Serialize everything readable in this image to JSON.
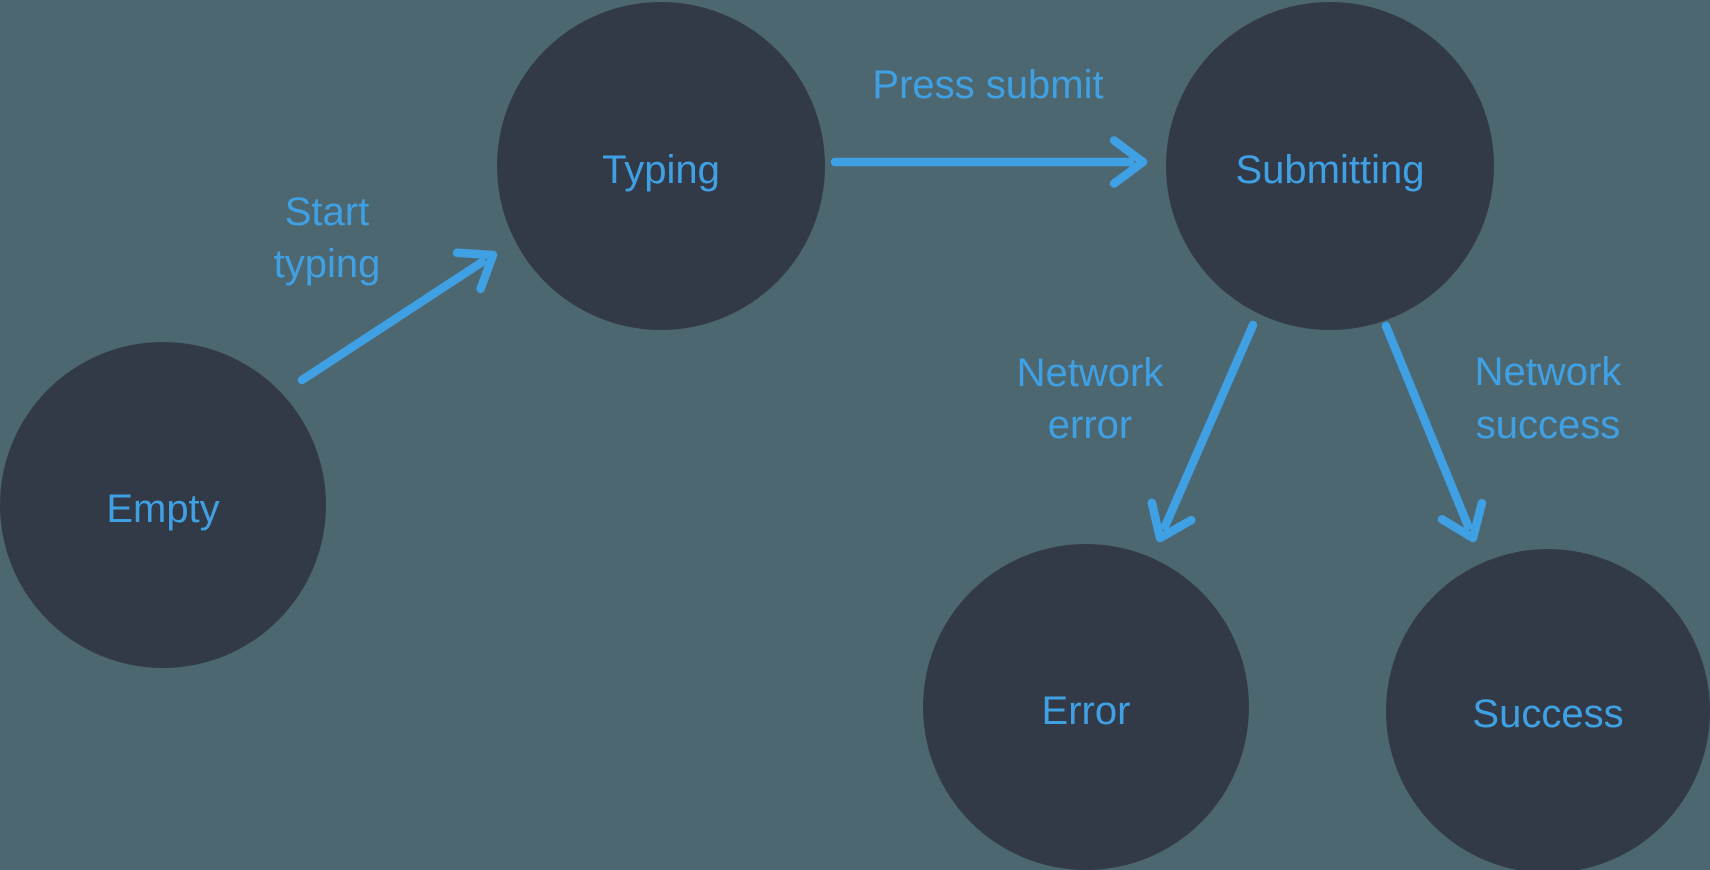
{
  "diagram_type": "state-machine",
  "colors": {
    "background": "#4D6771",
    "node_fill": "#323A47",
    "accent": "#3FA0E4"
  },
  "states": [
    {
      "id": "empty",
      "label": "Empty"
    },
    {
      "id": "typing",
      "label": "Typing"
    },
    {
      "id": "submitting",
      "label": "Submitting"
    },
    {
      "id": "error",
      "label": "Error"
    },
    {
      "id": "success",
      "label": "Success"
    }
  ],
  "transitions": [
    {
      "from": "empty",
      "to": "typing",
      "label": "Start typing",
      "lines": [
        "Start",
        "typing"
      ]
    },
    {
      "from": "typing",
      "to": "submitting",
      "label": "Press submit",
      "lines": [
        "Press submit"
      ]
    },
    {
      "from": "submitting",
      "to": "error",
      "label": "Network error",
      "lines": [
        "Network",
        "error"
      ]
    },
    {
      "from": "submitting",
      "to": "success",
      "label": "Network success",
      "lines": [
        "Network",
        "success"
      ]
    }
  ]
}
